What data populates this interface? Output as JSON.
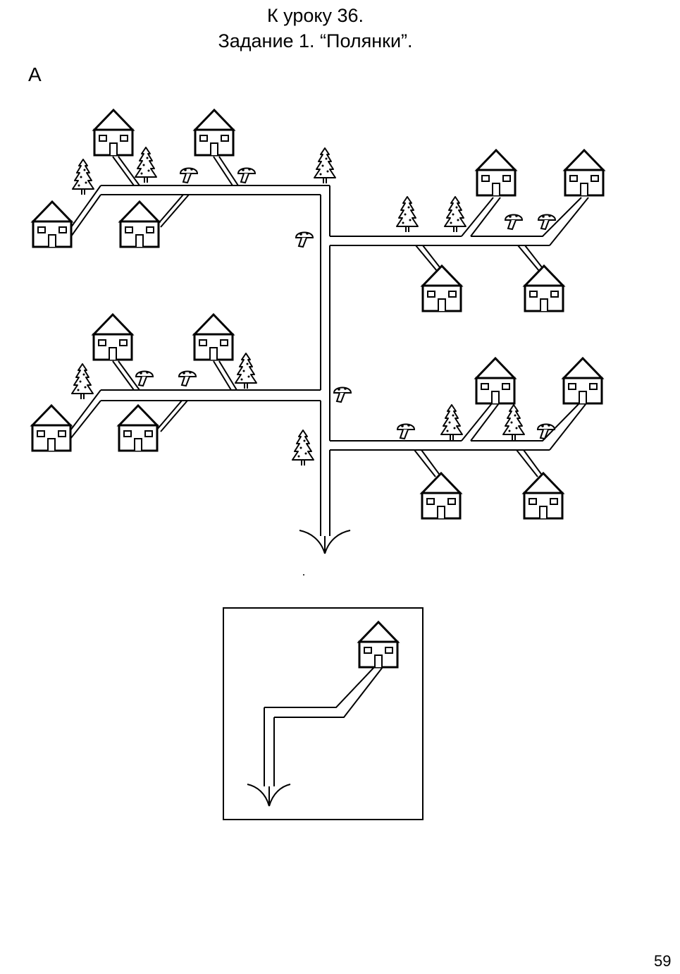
{
  "page": {
    "title_line1": "К уроку 36.",
    "title_line2": "Задание 1. “Полянки”.",
    "variant_label": "А",
    "page_number": "59"
  },
  "icons": {
    "house": "house-icon",
    "tree": "fir-tree-icon",
    "mushroom": "mushroom-icon",
    "arrow": "arrow-branch-icon"
  },
  "colors": {
    "ink": "#000000",
    "paper": "#ffffff"
  }
}
